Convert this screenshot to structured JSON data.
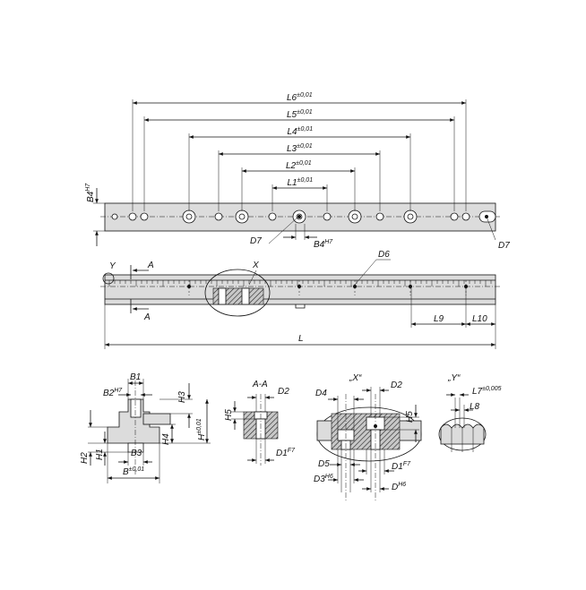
{
  "top_view": {
    "dims": [
      {
        "id": "L6",
        "name": "L6",
        "tol": "±0,01"
      },
      {
        "id": "L5",
        "name": "L5",
        "tol": "±0,01"
      },
      {
        "id": "L4",
        "name": "L4",
        "tol": "±0,01"
      },
      {
        "id": "L3",
        "name": "L3",
        "tol": "±0,01"
      },
      {
        "id": "L2",
        "name": "L2",
        "tol": "±0,01"
      },
      {
        "id": "L1",
        "name": "L1",
        "tol": "±0,01"
      }
    ],
    "b4_left": {
      "name": "B4",
      "tol": "H7"
    },
    "b4_bottom": {
      "name": "B4",
      "tol": "H7"
    },
    "d7_left": "D7",
    "d7_right": "D7"
  },
  "side_view": {
    "y_label": "Y",
    "a_top": "A",
    "a_bottom": "A",
    "x_label": "X",
    "d6_label": "D6",
    "l9_label": "L9",
    "l10_label": "L10",
    "l_label": "L"
  },
  "section_b": {
    "b1": "B1",
    "b2": {
      "name": "B2",
      "tol": "H7"
    },
    "h3": "H3",
    "h": {
      "name": "H",
      "tol": "±0,01"
    },
    "h4": "H4",
    "h2": "H2",
    "h1": "H1",
    "b3": "B3",
    "b": {
      "name": "B",
      "tol": "±0,01"
    }
  },
  "section_aa": {
    "title": "A-A",
    "d2": "D2",
    "h5": "H5",
    "d1": {
      "name": "D1",
      "tol": "F7"
    }
  },
  "detail_x": {
    "title": "„X“",
    "d4": "D4",
    "d2": "D2",
    "h5": "H5",
    "d5": "D5",
    "d1": {
      "name": "D1",
      "tol": "F7"
    },
    "d3": {
      "name": "D3",
      "tol": "H6"
    },
    "d": {
      "name": "D",
      "tol": "H6"
    }
  },
  "detail_y": {
    "title": "„Y“",
    "l7": {
      "name": "L7",
      "tol": "±0,005"
    },
    "l8": "L8"
  }
}
